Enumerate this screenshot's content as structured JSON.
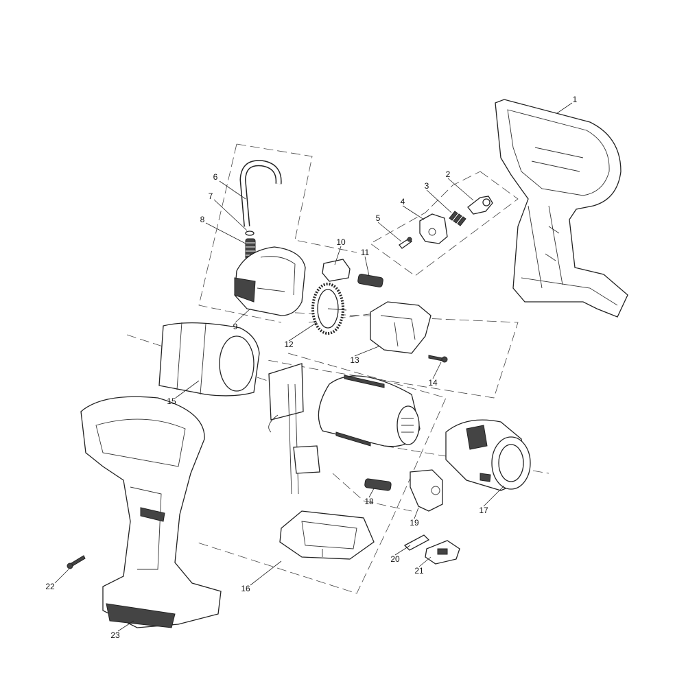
{
  "diagram": {
    "type": "exploded-parts-view",
    "part_numbers": [
      "1",
      "2",
      "3",
      "4",
      "5",
      "6",
      "7",
      "8",
      "9",
      "10",
      "11",
      "12",
      "13",
      "14",
      "15",
      "16",
      "17",
      "18",
      "19",
      "20",
      "21",
      "22",
      "23"
    ]
  }
}
